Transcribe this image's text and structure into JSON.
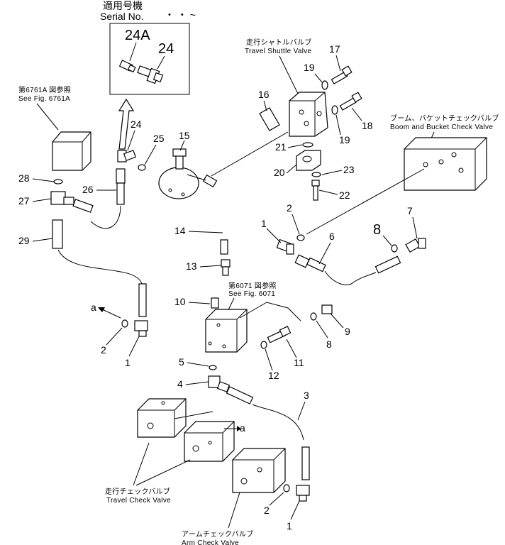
{
  "header": {
    "serial_jp": "適用号機",
    "serial_en": "Serial No.",
    "serial_range": "・ ・ ~"
  },
  "inset_labels": [
    "24A",
    "24"
  ],
  "refs": {
    "fig6761_jp": "第6761A 図参照",
    "fig6761_en": "See Fig. 6761A",
    "fig6071_jp": "第6071 図参照",
    "fig6071_en": "See Fig. 6071"
  },
  "components": {
    "travel_shuttle_jp": "走行シャトルバルブ",
    "travel_shuttle_en": "Travel Shuttle Valve",
    "boom_bucket_jp": "ブーム、バケットチェックバルブ",
    "boom_bucket_en": "Boom and Bucket Check Valve",
    "travel_check_jp": "走行チェックバルブ",
    "travel_check_en": "Travel Check Valve",
    "arm_check_jp": "アームチェックバルブ",
    "arm_check_en": "Arm Check Valve"
  },
  "connector_label": "a",
  "part_numbers": [
    "1",
    "2",
    "3",
    "4",
    "5",
    "6",
    "7",
    "8",
    "9",
    "10",
    "11",
    "12",
    "13",
    "14",
    "15",
    "16",
    "17",
    "18",
    "19",
    "20",
    "21",
    "22",
    "23",
    "24",
    "25",
    "26",
    "27",
    "28",
    "29",
    "1",
    "2",
    "1",
    "2",
    "8",
    "19",
    "a"
  ]
}
